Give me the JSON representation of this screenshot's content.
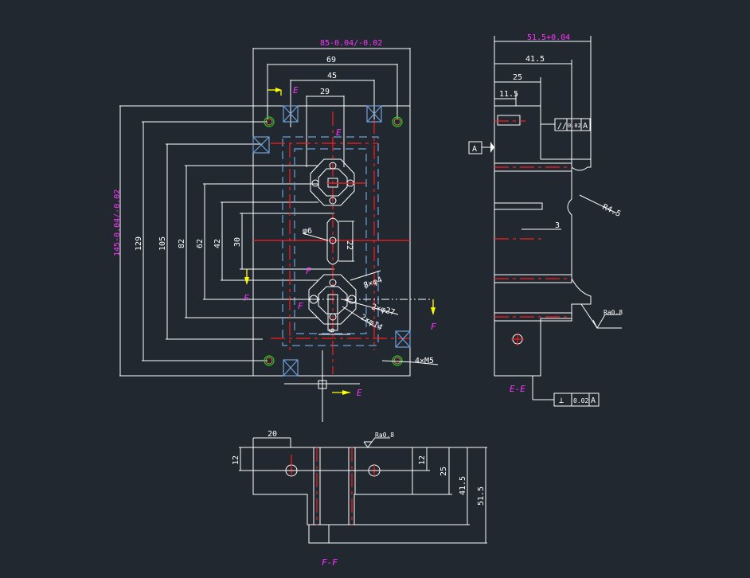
{
  "drawing": {
    "background": "#212830",
    "colors": {
      "outline": "#ffffff",
      "centerline": "#ff1a1a",
      "hidden": "#6fa0d8",
      "section_marker": "#ffff00",
      "label": "#ff33ff"
    },
    "plan_view": {
      "dims_horizontal": [
        "85-0.04/-0.02",
        "69",
        "45",
        "29"
      ],
      "dims_vertical": [
        "145-0.04/-0.02",
        "129",
        "105",
        "82",
        "62",
        "42",
        "30"
      ],
      "callouts": [
        "φ6",
        "22",
        "8×φ4",
        "2×φ27",
        "2×φ14",
        "6",
        "4×M5"
      ],
      "section_labels": [
        "E",
        "E",
        "E",
        "F",
        "F",
        "F",
        "F"
      ]
    },
    "section_ee": {
      "title": "E-E",
      "dims": [
        "51.5+0.04",
        "41.5",
        "25",
        "11.5",
        "3",
        "R4.5"
      ],
      "datum": "A",
      "roughness": "Ra0.8",
      "tolerances": [
        {
          "symbol": "//",
          "value": "0.02",
          "datum": "A"
        },
        {
          "symbol": "⊥",
          "value": "0.02",
          "datum": "A"
        }
      ]
    },
    "section_ff": {
      "title": "F-F",
      "dims": [
        "20",
        "12",
        "12",
        "25",
        "41.5",
        "51.5"
      ],
      "roughness": "Ra0.8"
    }
  }
}
